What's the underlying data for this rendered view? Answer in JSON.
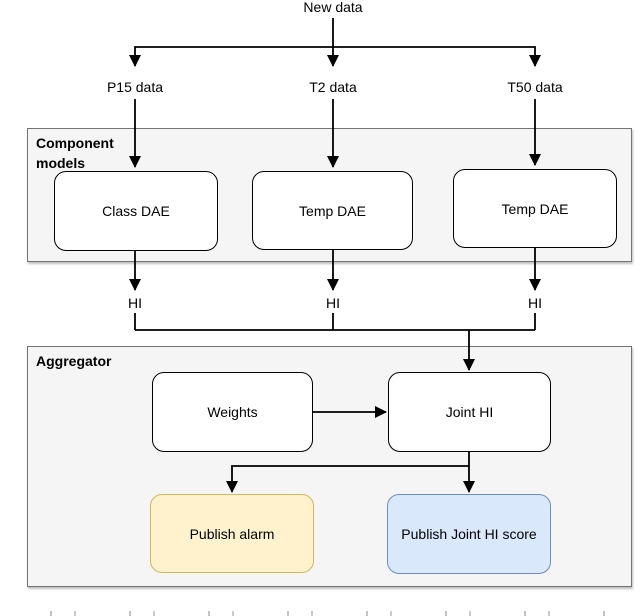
{
  "figure": {
    "source_label": "New data",
    "data_streams": [
      "P15 data",
      "T2 data",
      "T50 data"
    ],
    "component_models": {
      "container_label": "Component models",
      "boxes": [
        "Class DAE",
        "Temp DAE",
        "Temp DAE"
      ],
      "outputs": [
        "HI",
        "HI",
        "HI"
      ]
    },
    "aggregator": {
      "container_label": "Aggregator",
      "weights_label": "Weights",
      "joint_hi_label": "Joint HI",
      "publish_alarm_label": "Publish alarm",
      "publish_joint_hi_label": "Publish Joint HI score"
    },
    "colors": {
      "container_fill": "#f5f5f5",
      "container_border": "#737373",
      "node_fill": "#ffffff",
      "node_border": "#000000",
      "alarm_fill": "#fff2cc",
      "alarm_border": "#d6b656",
      "score_fill": "#dae8fc",
      "score_border": "#6c8ebf",
      "connector": "#000000"
    }
  }
}
